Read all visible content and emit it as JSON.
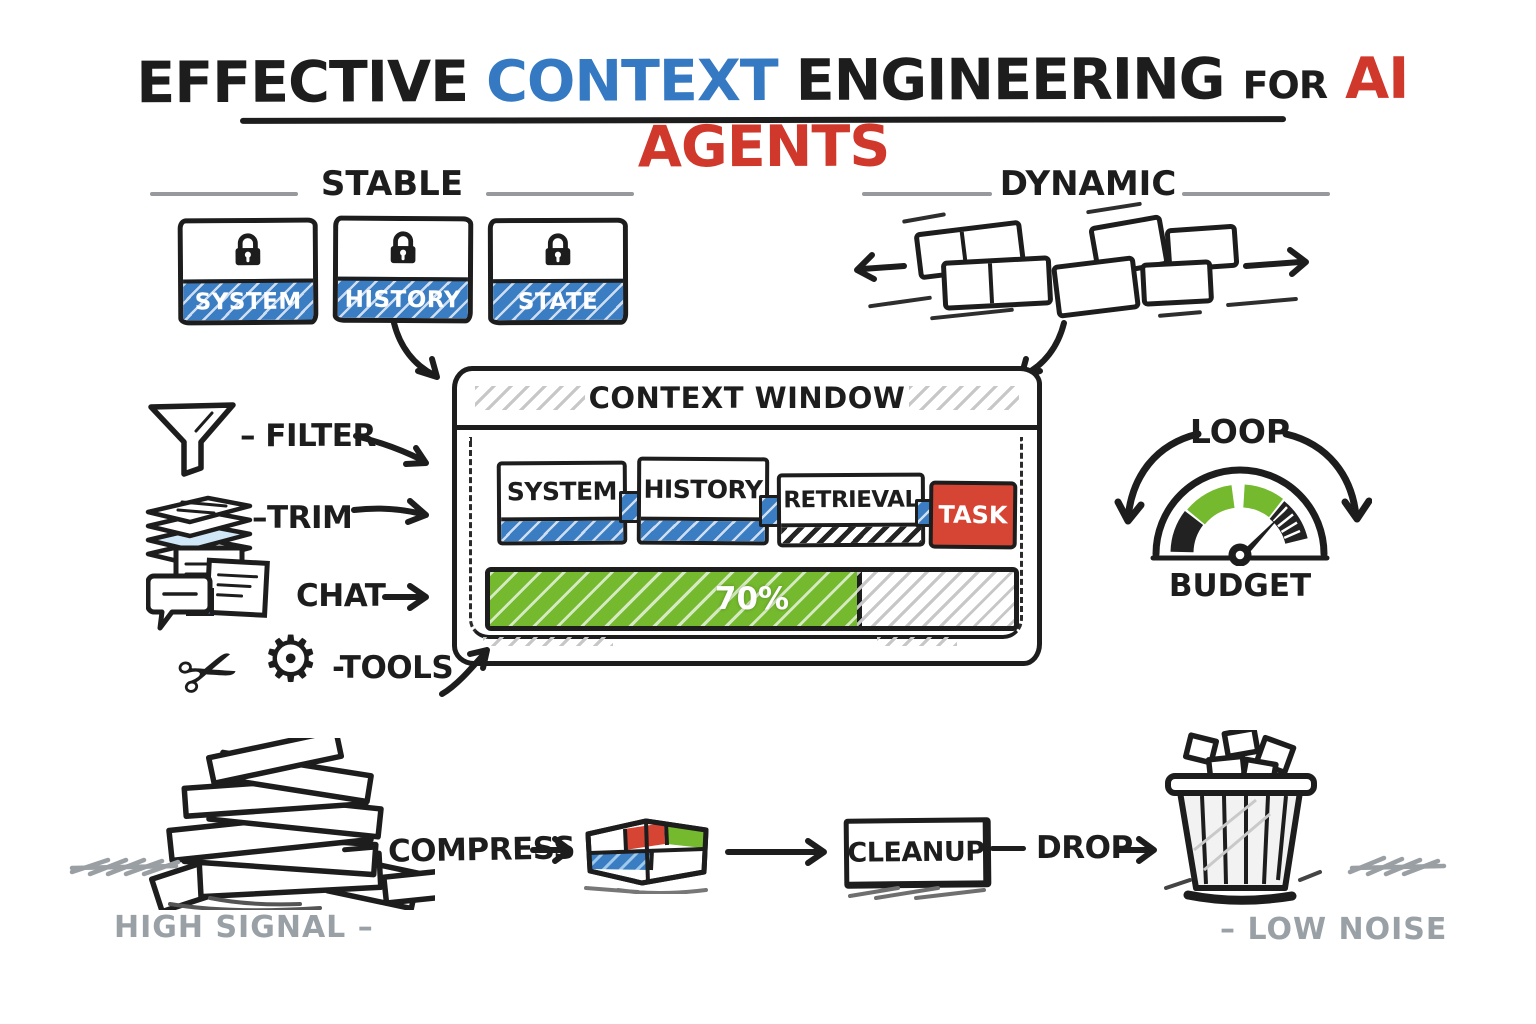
{
  "title": {
    "word1": "EFFECTIVE",
    "word2": "CONTEXT",
    "word3": "ENGINEERING",
    "word4": "FOR",
    "word5": "AI AGENTS"
  },
  "palette": {
    "ink": "#1d1d1d",
    "blue": "#3a7dc2",
    "red": "#d64534",
    "green": "#74b92e",
    "gray_caption": "#99a0a6"
  },
  "stable": {
    "label": "STABLE",
    "cards": [
      {
        "icon": "lock-icon",
        "label": "SYSTEM"
      },
      {
        "icon": "lock-icon",
        "label": "HISTORY"
      },
      {
        "icon": "lock-icon",
        "label": "STATE"
      }
    ]
  },
  "dynamic": {
    "label": "DYNAMIC"
  },
  "context_window": {
    "title": "CONTEXT WINDOW",
    "segments": [
      {
        "label": "SYSTEM",
        "bar": "blue"
      },
      {
        "label": "HISTORY",
        "bar": "blue"
      },
      {
        "label": "RETRIEVAL",
        "bar": "black-hatch"
      },
      {
        "label": "TASK",
        "style": "red-solid"
      }
    ],
    "usage": {
      "percent": 70,
      "label": "70%"
    }
  },
  "inputs": [
    {
      "icon": "funnel-icon",
      "label": "– FILTER"
    },
    {
      "icon": "paper-stack-icon",
      "label": "–TRIM"
    },
    {
      "icon": "chat-docs-icon",
      "label": "CHAT"
    },
    {
      "icon": "scissors-gear-icon",
      "label": "-TOOLS"
    }
  ],
  "loop": {
    "label": "LOOP",
    "gauge_label": "BUDGET"
  },
  "flow": {
    "compress_label": "COMPRESS",
    "cleanup_label": "CLEANUP",
    "drop_label": "DROP"
  },
  "captions": {
    "left": "HIGH SIGNAL –",
    "right": "– LOW NOISE"
  }
}
